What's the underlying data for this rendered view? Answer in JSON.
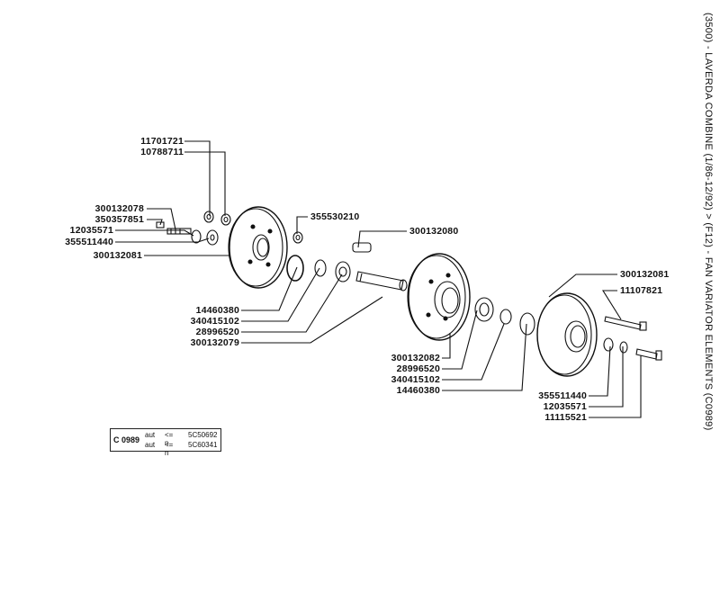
{
  "title": "(3500) - LAVERDA COMBINE (1/86-12/92) > (F12) - FAN VARIATOR ELEMENTS (C0989)",
  "labels": {
    "p11701721": "11701721",
    "p10788711": "10788711",
    "p300132078": "300132078",
    "p350357851": "350357851",
    "p12035571_left": "12035571",
    "p355511440_left": "355511440",
    "p300132081_left": "300132081",
    "p355530210": "355530210",
    "p300132080": "300132080",
    "p14460380_left": "14460380",
    "p340415102_left": "340415102",
    "p28996520_left": "28996520",
    "p300132079": "300132079",
    "p300132081_right": "300132081",
    "p11107821": "11107821",
    "p300132082": "300132082",
    "p28996520_right": "28996520",
    "p340415102_right": "340415102",
    "p14460380_right": "14460380",
    "p355511440_right": "355511440",
    "p12035571_right": "12035571",
    "p11115521": "11115521"
  },
  "code_box": {
    "code": "C 0989",
    "row1": {
      "a": "aut",
      "b": "<= n",
      "c": "5C50692"
    },
    "row2": {
      "a": "aut",
      "b": "<= n",
      "c": "5C60341"
    }
  }
}
